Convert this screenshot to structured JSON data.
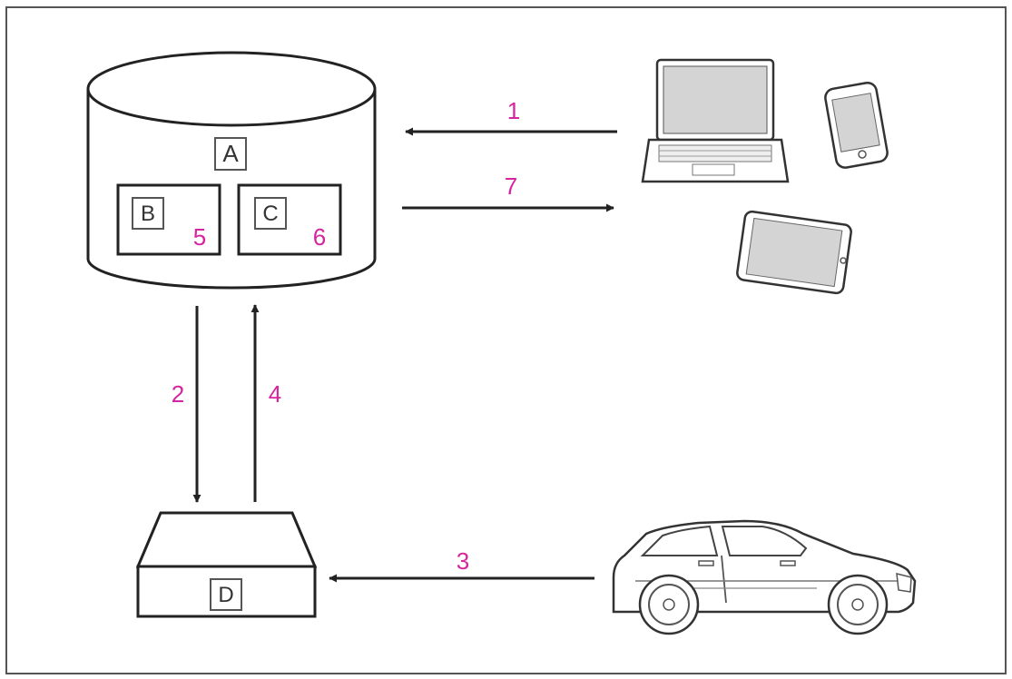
{
  "labels": {
    "server": "A",
    "database_b": "B",
    "database_c": "C",
    "device": "D"
  },
  "steps": {
    "s1": "1",
    "s2": "2",
    "s3": "3",
    "s4": "4",
    "s5": "5",
    "s6": "6",
    "s7": "7"
  },
  "colors": {
    "step_number": "#d6249f",
    "line": "#222222",
    "device_gray": "#d4d4d4"
  },
  "icons": [
    "laptop-icon",
    "smartphone-icon",
    "tablet-icon",
    "car-icon"
  ]
}
